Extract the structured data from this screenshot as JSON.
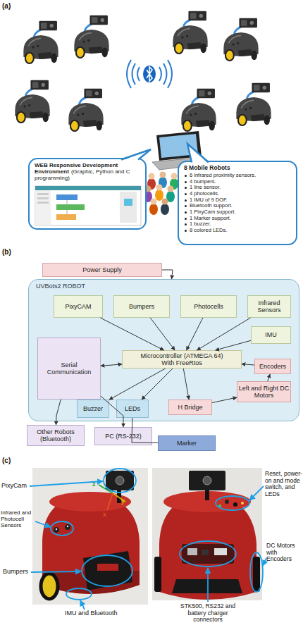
{
  "diagram": {
    "nodes": [
      {
        "text": [
          "WEB Responsive Development Environment",
          "(Graphic, Python and C programming)"
        ]
      },
      {
        "text": [
          "8 Mobile Robots",
          "6 infrared proximity sensors.",
          "4 bumpers.",
          "1 line sensor.",
          "4 photocells.",
          "1 IMU of 9 DOF.",
          "Bluetooth support.",
          "1 PixyCam support.",
          "1 Marker support.",
          "1 buzzer.",
          "8 colored LEDs."
        ]
      },
      {
        "text": [
          "Power Supply"
        ]
      },
      {
        "text": [
          "UVBots2 ROBOT"
        ]
      },
      {
        "text": [
          "PixyCAM"
        ],
        "in": 3
      },
      {
        "text": [
          "Bumpers"
        ],
        "in": 3
      },
      {
        "text": [
          "Photocells"
        ],
        "in": 3
      },
      {
        "text": [
          "Infrared Sensors"
        ],
        "in": 3
      },
      {
        "text": [
          "IMU"
        ],
        "in": 3
      },
      {
        "text": [
          "Serial Communication"
        ],
        "in": 3
      },
      {
        "text": [
          "Microcontroller (ATMEGA 64) With FreeRtos"
        ],
        "in": 3
      },
      {
        "text": [
          "Encoders"
        ],
        "in": 3
      },
      {
        "text": [
          "Left and Right DC Motors"
        ],
        "in": 3
      },
      {
        "text": [
          "Buzzer"
        ],
        "in": 3
      },
      {
        "text": [
          "LEDs"
        ],
        "in": 3
      },
      {
        "text": [
          "H Bridge"
        ],
        "in": 3
      },
      {
        "text": [
          "Other Robots (Bluetooth)"
        ]
      },
      {
        "text": [
          "PC (RS-232)"
        ]
      },
      {
        "text": [
          "Marker"
        ]
      }
    ],
    "edges": [
      {
        "from": 2,
        "to": 3,
        "arrow": "to"
      },
      {
        "from": 4,
        "to": 10,
        "arrow": "to"
      },
      {
        "from": 5,
        "to": 10,
        "arrow": "to"
      },
      {
        "from": 6,
        "to": 10,
        "arrow": "to"
      },
      {
        "from": 7,
        "to": 10,
        "arrow": "to"
      },
      {
        "from": 8,
        "to": 10,
        "arrow": "to"
      },
      {
        "from": 11,
        "to": 10,
        "arrow": "to"
      },
      {
        "from": 9,
        "to": 10,
        "arrow": "both"
      },
      {
        "from": 10,
        "to": 13,
        "arrow": "to"
      },
      {
        "from": 10,
        "to": 14,
        "arrow": "to"
      },
      {
        "from": 10,
        "to": 15,
        "arrow": "to"
      },
      {
        "from": 15,
        "to": 12,
        "arrow": "to"
      },
      {
        "from": 12,
        "to": 11,
        "arrow": "to"
      },
      {
        "from": 9,
        "to": 16,
        "arrow": "to"
      },
      {
        "from": 9,
        "to": 17,
        "arrow": "to"
      },
      {
        "from": 14,
        "to": 18,
        "arrow": "none"
      }
    ],
    "labels": [
      "(a)",
      "(b)",
      "(c)",
      "PixyCam",
      "Infrared and Photocell Sensors",
      "Bumpers",
      "IMU and Bluetooth",
      "Reset, power-on and mode switch, and LEDs",
      "DC Motors with Encoders",
      "STK500, RS232 and battery charger connectors",
      "z",
      "y",
      "x"
    ]
  }
}
